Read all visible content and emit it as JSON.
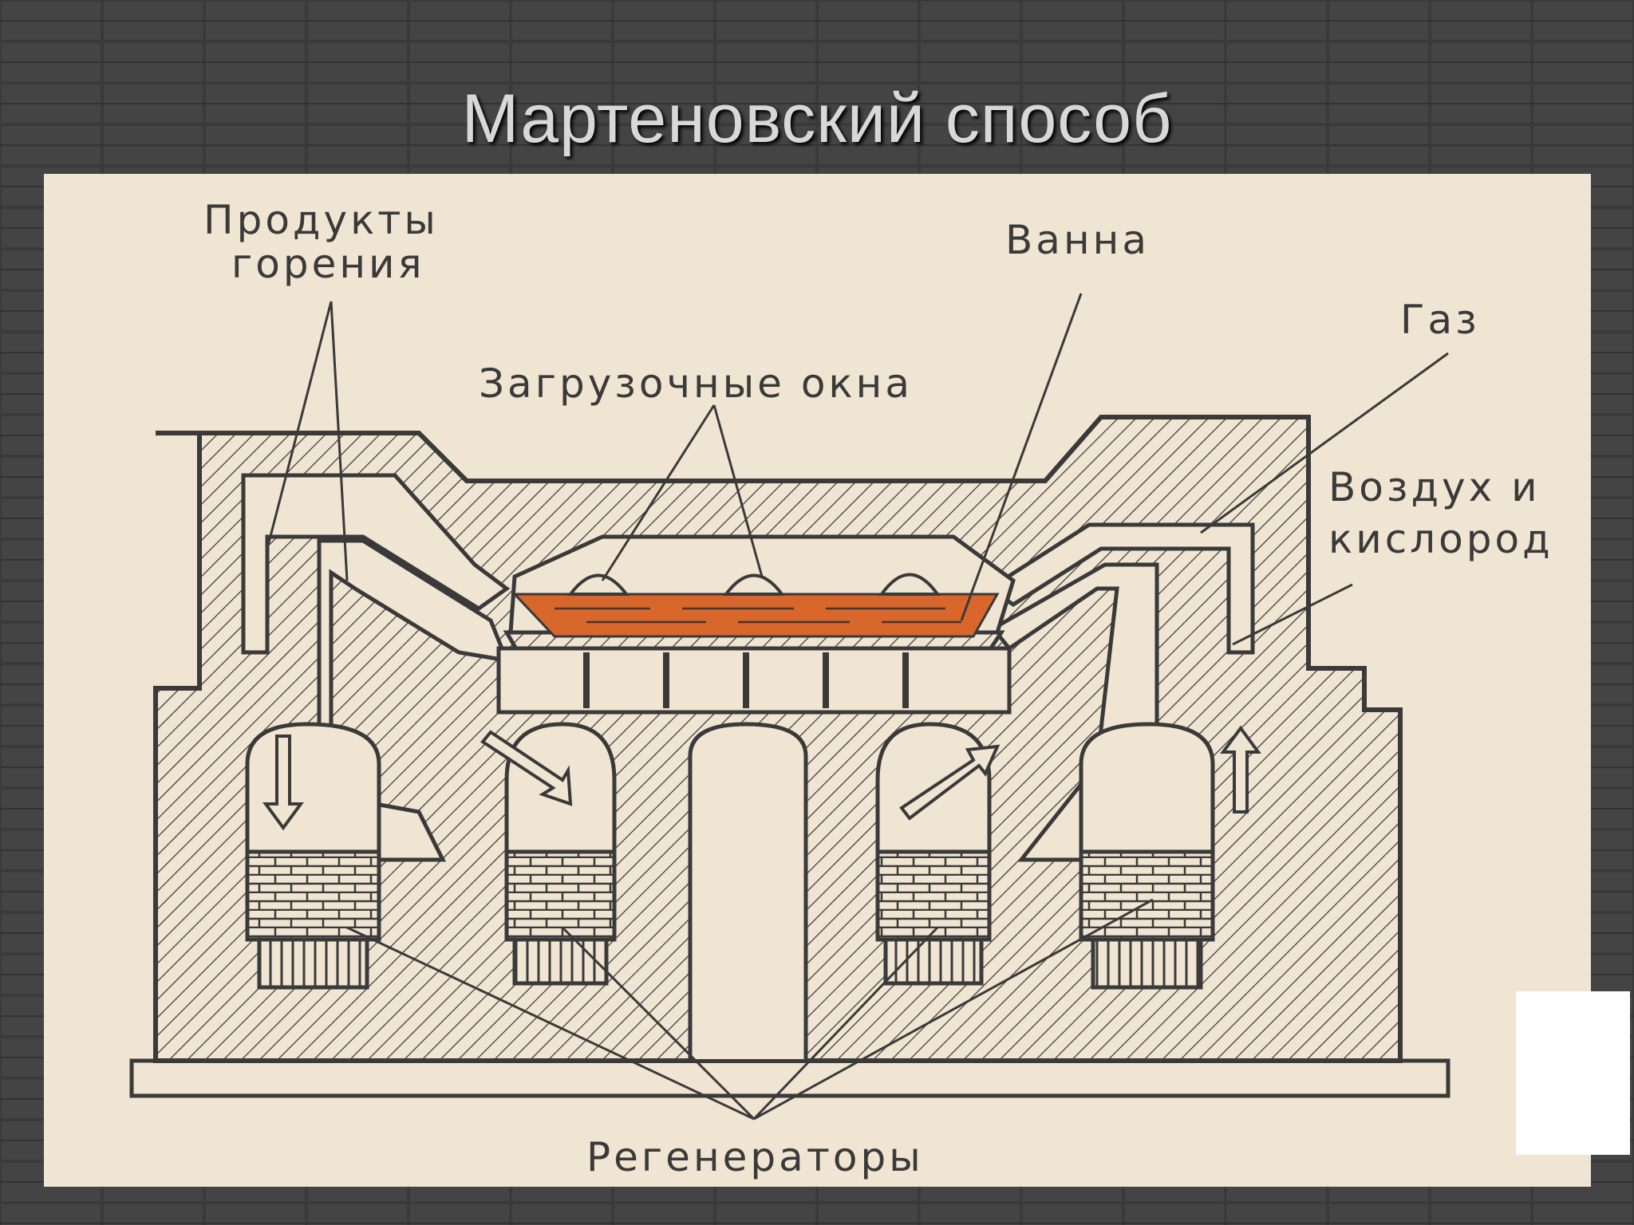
{
  "slide": {
    "title": "Мартеновский способ"
  },
  "diagram": {
    "labels": {
      "combustion_products": [
        "Продукты",
        "горения"
      ],
      "bath": "Ванна",
      "gas": "Газ",
      "loading_windows": "Загрузочные окна",
      "air_oxygen": [
        "Воздух и",
        "кислород"
      ],
      "regenerators": "Регенераторы"
    },
    "colors": {
      "molten_metal": "#d9662a",
      "paper": "#efe5d2",
      "ink": "#3a3a3a",
      "background": "#3d3d3d"
    }
  }
}
